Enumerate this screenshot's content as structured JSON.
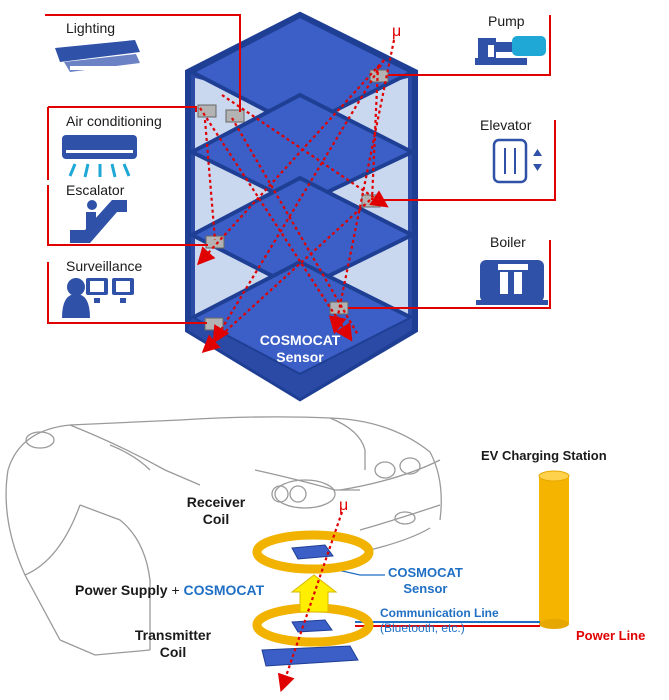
{
  "building": {
    "devices": {
      "lighting": "Lighting",
      "air_conditioning": "Air conditioning",
      "escalator": "Escalator",
      "surveillance": "Surveillance",
      "pump": "Pump",
      "elevator": "Elevator",
      "boiler": "Boiler"
    },
    "sensor_line1": "COSMOCAT",
    "sensor_line2": "Sensor",
    "muon_symbol": "μ"
  },
  "ev": {
    "muon_symbol": "μ",
    "station": "EV Charging Station",
    "receiver_line1": "Receiver",
    "receiver_line2": "Coil",
    "transmitter_line1": "Transmitter",
    "transmitter_line2": "Coil",
    "power_supply": "Power Supply",
    "plus": "+",
    "cosmocat": "COSMOCAT",
    "sensor_line1": "COSMOCAT",
    "sensor_line2": "Sensor",
    "comm_line1": "Communication Line",
    "comm_line2": "(Bluetooth, etc.)",
    "power_line": "Power Line"
  },
  "colors": {
    "building_dark": "#1f3f95",
    "floor_blue": "#3b5fc6",
    "glass": "#c9d7ef",
    "wire_red": "#e00000",
    "icon_blue": "#2f52a8",
    "icon_cyan": "#1fa7d6",
    "ring_gold": "#f2b200",
    "arrow_yellow": "#ffee00",
    "station_yellow": "#f5b400",
    "comm_blue": "#1f6fc4"
  }
}
